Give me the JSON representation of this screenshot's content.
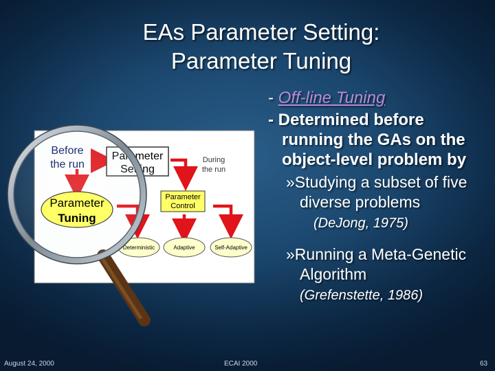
{
  "slide": {
    "title_line1": "EAs Parameter Setting:",
    "title_line2": "Parameter Tuning"
  },
  "bullets": {
    "offline_dash": "- ",
    "offline": "Off-line Tuning",
    "determined": "- Determined before running the GAs on the object-level problem by",
    "sub1": "»Studying a subset of five diverse problems",
    "sub1_cite": "(DeJong, 1975)",
    "sub2": "»Running a Meta-Genetic Algorithm",
    "sub2_cite": "(Grefenstette, 1986)"
  },
  "diagram": {
    "before_run_1": "Before",
    "before_run_2": "the run",
    "param_setting_1": "Parameter",
    "param_setting_2": "Setting",
    "during_run_1": "During",
    "during_run_2": "the run",
    "param_tuning_1": "Parameter",
    "param_tuning_2": "Tuning",
    "param_control_1": "Parameter",
    "param_control_2": "Control",
    "deterministic": "Deterministic",
    "adaptive": "Adaptive",
    "self_adaptive": "Self-Adaptive",
    "colors": {
      "box_fill": "#ffffff",
      "arrow": "#e0141a",
      "highlight": "#ffff66",
      "oval_fill": "#ffffcc",
      "lens_rim": "#9aa5ad",
      "handle": "#5b3416"
    }
  },
  "footer": {
    "date": "August 24, 2000",
    "venue": "ECAI 2000",
    "page": "63"
  }
}
